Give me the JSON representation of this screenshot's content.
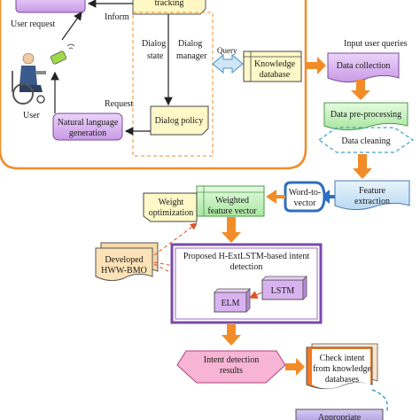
{
  "labels": {
    "user_request": "User request",
    "inform": "Inform",
    "dialog_state": [
      "Dialog",
      "state"
    ],
    "dialog_manager": [
      "Dialog",
      "manager"
    ],
    "query": "Query",
    "knowledge_database": [
      "Knowledge",
      "database"
    ],
    "input_user_queries": "Input user queries",
    "data_collection": "Data collection",
    "user": "User",
    "request": "Request",
    "nlg": [
      "Natural language",
      "generation"
    ],
    "dialog_policy": "Dialog policy",
    "data_preprocessing": "Data pre-processing",
    "data_cleaning": "Data cleaning",
    "weight_optimization": [
      "Weight",
      "optimization"
    ],
    "weighted_feature_vector": [
      "Weighted",
      "feature vector"
    ],
    "word_to_vector": [
      "Word-to-",
      "vector"
    ],
    "feature_extraction": [
      "Feature",
      "extraction"
    ],
    "developed_hww_bmo": [
      "Developed",
      "HWW-BMO"
    ],
    "proposed_title": [
      "Proposed H-ExtLSTM-based intent",
      "detection"
    ],
    "elm": "ELM",
    "lstm": "LSTM",
    "intent_detection_results": [
      "Intent detection",
      "results"
    ],
    "check_intent": [
      "Check intent",
      "from knowledge",
      "databases"
    ],
    "top_partial": "tracking",
    "bottom_partial": "Appropriate"
  },
  "colors": {
    "orange_border": "#f28c28",
    "purple_fill": "#d9b3f0",
    "green_fill": "#c8f2c0",
    "yellow_fill": "#fff8c8",
    "blue_fill": "#cfe6f7",
    "peach_fill": "#fcd3a8",
    "orange_arrow": "#f28c28",
    "tan_fill": "#f8e2b0",
    "bright_orange": "#f47a20",
    "bottom_purple": "#b5a5e0"
  }
}
